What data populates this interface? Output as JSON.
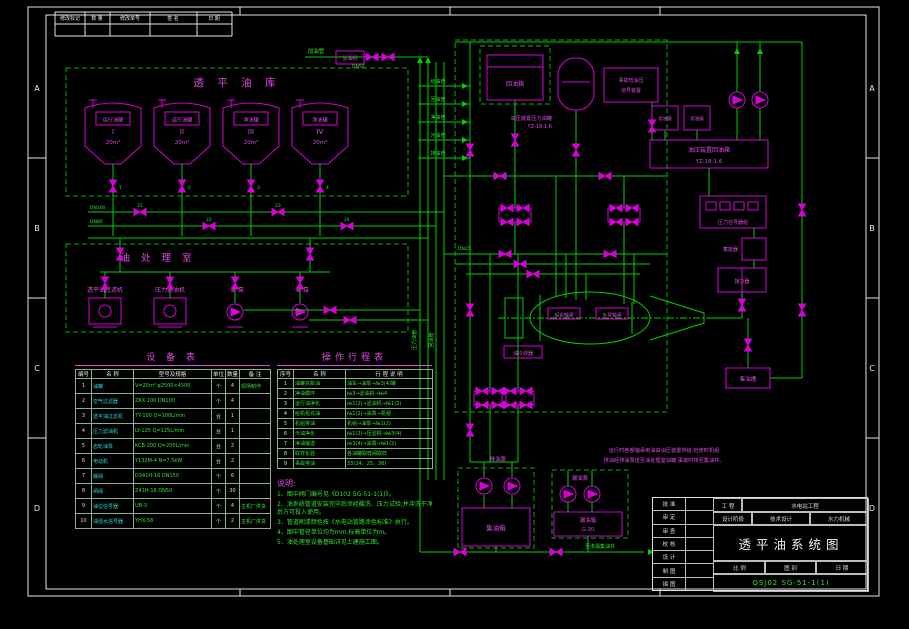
{
  "colors": {
    "background": "#000000",
    "pipe_green": "#00cf00",
    "equipment_magenta": "#d800d8",
    "frame_white": "#e5e5e5",
    "text_cyan": "#30d5d5"
  },
  "zones": {
    "letters": [
      "A",
      "B",
      "C",
      "D"
    ]
  },
  "rev_table": {
    "cells": [
      "修改标记",
      "数 量",
      "修改单号",
      "签 名",
      "日 期"
    ]
  },
  "depot": {
    "title": "透 平 油 库",
    "tanks": [
      {
        "name": "运行油罐",
        "num": "I",
        "vol": "20m³"
      },
      {
        "name": "运行油罐",
        "num": "II",
        "vol": "20m³"
      },
      {
        "name": "净油罐",
        "num": "III",
        "vol": "20m³"
      },
      {
        "name": "净油罐",
        "num": "IV",
        "vol": "20m³"
      }
    ]
  },
  "treatment": {
    "title": "油 处 理 室",
    "equipment": [
      "透平油过滤机",
      "压力滤油机",
      "油 泵",
      "油 泵"
    ]
  },
  "equipment_table": {
    "title": "设 备 表",
    "headers": [
      "编号",
      "名 称",
      "型号及规格",
      "单位",
      "数量",
      "备 注"
    ],
    "rows": [
      [
        "1",
        "油罐",
        "V=20m³ φ2500×4500",
        "个",
        "4",
        "现场制作"
      ],
      [
        "2",
        "空气过滤器",
        "ZKX-100 DN100",
        "个",
        "4",
        ""
      ],
      [
        "3",
        "透平油过滤机",
        "TY-100 Q=100L/min",
        "台",
        "1",
        ""
      ],
      [
        "4",
        "压力滤油机",
        "LY-125 Q=125L/min",
        "台",
        "1",
        ""
      ],
      [
        "5",
        "齿轮油泵",
        "KCB-200 Q=200L/min",
        "台",
        "2",
        ""
      ],
      [
        "6",
        "电动机",
        "Y132M-4 N=7.5kW",
        "台",
        "2",
        ""
      ],
      [
        "7",
        "蝶阀",
        "D341H-16 DN150",
        "个",
        "6",
        ""
      ],
      [
        "8",
        "闸阀",
        "Z41H-16 DN50",
        "个",
        "30",
        ""
      ],
      [
        "9",
        "油位信号器",
        "UB-3",
        "个",
        "4",
        "主机厂供货"
      ],
      [
        "10",
        "油混水信号器",
        "YHX-58",
        "个",
        "2",
        "主机厂供货"
      ]
    ]
  },
  "operation_table": {
    "title": "操作行程表",
    "headers": [
      "序号",
      "名 称",
      "行 程 说 明"
    ],
    "rows": [
      [
        "1",
        "油罐充新油",
        "油车→油泵→№3(4)罐"
      ],
      [
        "2",
        "净油循环",
        "№3→滤油机→№4"
      ],
      [
        "3",
        "运行油净化",
        "№1(2)→滤油机→№1(2)"
      ],
      [
        "4",
        "给机组充油",
        "№1(2)→油泵→机组"
      ],
      [
        "5",
        "机组排油",
        "机组→油泵→№1(2)"
      ],
      [
        "6",
        "污油净化",
        "№1(2)→压滤机→№3(4)"
      ],
      [
        "7",
        "净油输送",
        "№3(4)→油泵→№1(2)"
      ],
      [
        "8",
        "取样化验",
        "各油罐取样阀取样"
      ],
      [
        "9",
        "事故排油",
        "33(24、25、36)"
      ]
    ]
  },
  "notes": {
    "title": "说明:",
    "items": [
      "1、图中阀门编号见《D102 SG-51-1(1)》。",
      "2、油系统管道安装完毕后须经酸洗、压力试验,并冲洗干净后方可投入使用。",
      "3、管道刷漆颜色按《水电站管路涂色标准》执行。",
      "4、图中管径单位均为mm,标高单位为m。",
      "5、油处理室设备基础详见土建施工图。"
    ]
  },
  "schematic": {
    "return_tank": "回油箱",
    "pressure_tank_label": "油压装置压力油罐",
    "pressure_tank_model": "YZ-18-1.6",
    "sig_line1": "事故低油压",
    "sig_line2": "信号装置",
    "filters": [
      "滤油器",
      "滤油器"
    ],
    "accumulator_box": "油压装置回油箱",
    "accumulator_model": "YZ-18-1.6",
    "pressure_device": "压力信号器组",
    "accumulator2": "蓄能器",
    "receiver": "接力器",
    "bearing1": "组合轴承",
    "bearing2": "水导轴承",
    "cooler": "油冷却器",
    "collect_trough": "集油槽",
    "drain_pumps": "排油泵",
    "collect_tank": "集油箱",
    "leak_pumps": "漏油泵",
    "leak_tank": "漏油箱",
    "leak_model": "G-30",
    "annotation1": "运行时各部轴承用油由油压装置供给,检修时机组",
    "annotation2": "排油经排油泵送至油处理室油罐,事故时排至集油井。",
    "fill_pipe": "加油管",
    "mobile_filter": "滤油机",
    "tags": [
      "给油管",
      "回油管",
      "净油管",
      "污油管",
      "排油管"
    ],
    "riser_labels": [
      "压力油管",
      "回油管"
    ],
    "bottom_tag": "至渗漏集油井",
    "dn": [
      "DN100",
      "DN80",
      "DN50",
      "DN25"
    ],
    "tank_valve_nums": [
      "1",
      "2",
      "3",
      "4"
    ],
    "manifold_valve_nums": [
      "21",
      "22",
      "23",
      "24"
    ]
  },
  "title_block": {
    "sign_rows": [
      "批 准",
      "审 定",
      "审 查",
      "校 核",
      "设 计",
      "制 图",
      "描 图"
    ],
    "project_label": "工 程",
    "project_name": "水电站工程",
    "stage_label": "设计阶段",
    "stage": "技术设计",
    "dept": "水力机械",
    "title": "透平油系统图",
    "scale_label": "比 例",
    "sheet_label": "图 别",
    "date_label": "日 期",
    "drawing_no": "QSJ02 SG-51-1(1)"
  }
}
